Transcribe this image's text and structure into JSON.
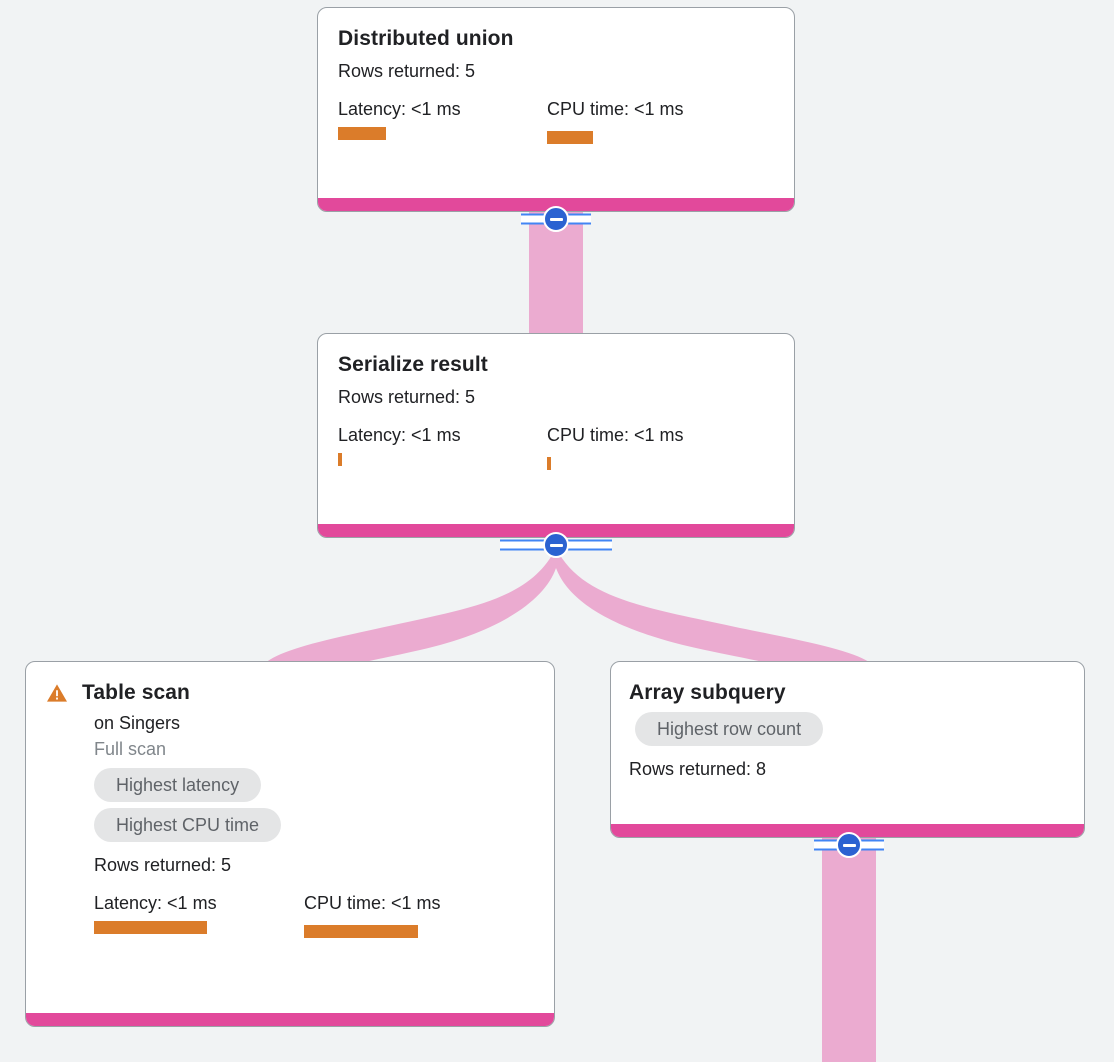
{
  "theme": {
    "background": "#F1F3F4",
    "card_background": "#FFFFFF",
    "card_border": "#9AA0A6",
    "accent_bar": "#E2499B",
    "edge_ribbon": "#EBABD0",
    "metric_bar": "#DB7C2A",
    "warning": "#DB7C2A",
    "chip_background": "#E4E5E6",
    "chip_text": "#5F6368",
    "toggle_fill": "#2B62D1",
    "toggle_rail": "#4285F4"
  },
  "nodes": [
    {
      "id": "distributed-union",
      "title": "Distributed union",
      "rows_returned": "Rows returned: 5",
      "latency_label": "Latency: <1 ms",
      "cpu_label": "CPU time: <1 ms",
      "latency_bar_width": 48,
      "cpu_bar_width": 46
    },
    {
      "id": "serialize-result",
      "title": "Serialize result",
      "rows_returned": "Rows returned: 5",
      "latency_label": "Latency: <1 ms",
      "cpu_label": "CPU time: <1 ms",
      "latency_bar_width": 4,
      "cpu_bar_width": 4
    },
    {
      "id": "table-scan",
      "title": "Table scan",
      "warning_icon": "warning-triangle-icon",
      "subtitle": "on Singers",
      "scan_type": "Full scan",
      "chips": [
        "Highest latency",
        "Highest CPU time"
      ],
      "rows_returned": "Rows returned: 5",
      "latency_label": "Latency: <1 ms",
      "cpu_label": "CPU time: <1 ms",
      "latency_bar_width": 113,
      "cpu_bar_width": 114
    },
    {
      "id": "array-subquery",
      "title": "Array subquery",
      "chips": [
        "Highest row count"
      ],
      "rows_returned": "Rows returned: 8"
    }
  ],
  "toggles": [
    {
      "id": "toggle-distributed-union",
      "icon": "collapse-minus-icon",
      "state": "expanded"
    },
    {
      "id": "toggle-serialize-result",
      "icon": "collapse-minus-icon",
      "state": "expanded"
    },
    {
      "id": "toggle-array-subquery",
      "icon": "collapse-minus-icon",
      "state": "expanded"
    }
  ],
  "edges": [
    {
      "from": "distributed-union",
      "to": "serialize-result"
    },
    {
      "from": "serialize-result",
      "to": "table-scan"
    },
    {
      "from": "serialize-result",
      "to": "array-subquery"
    },
    {
      "from": "array-subquery",
      "to": "offscreen-child"
    }
  ]
}
